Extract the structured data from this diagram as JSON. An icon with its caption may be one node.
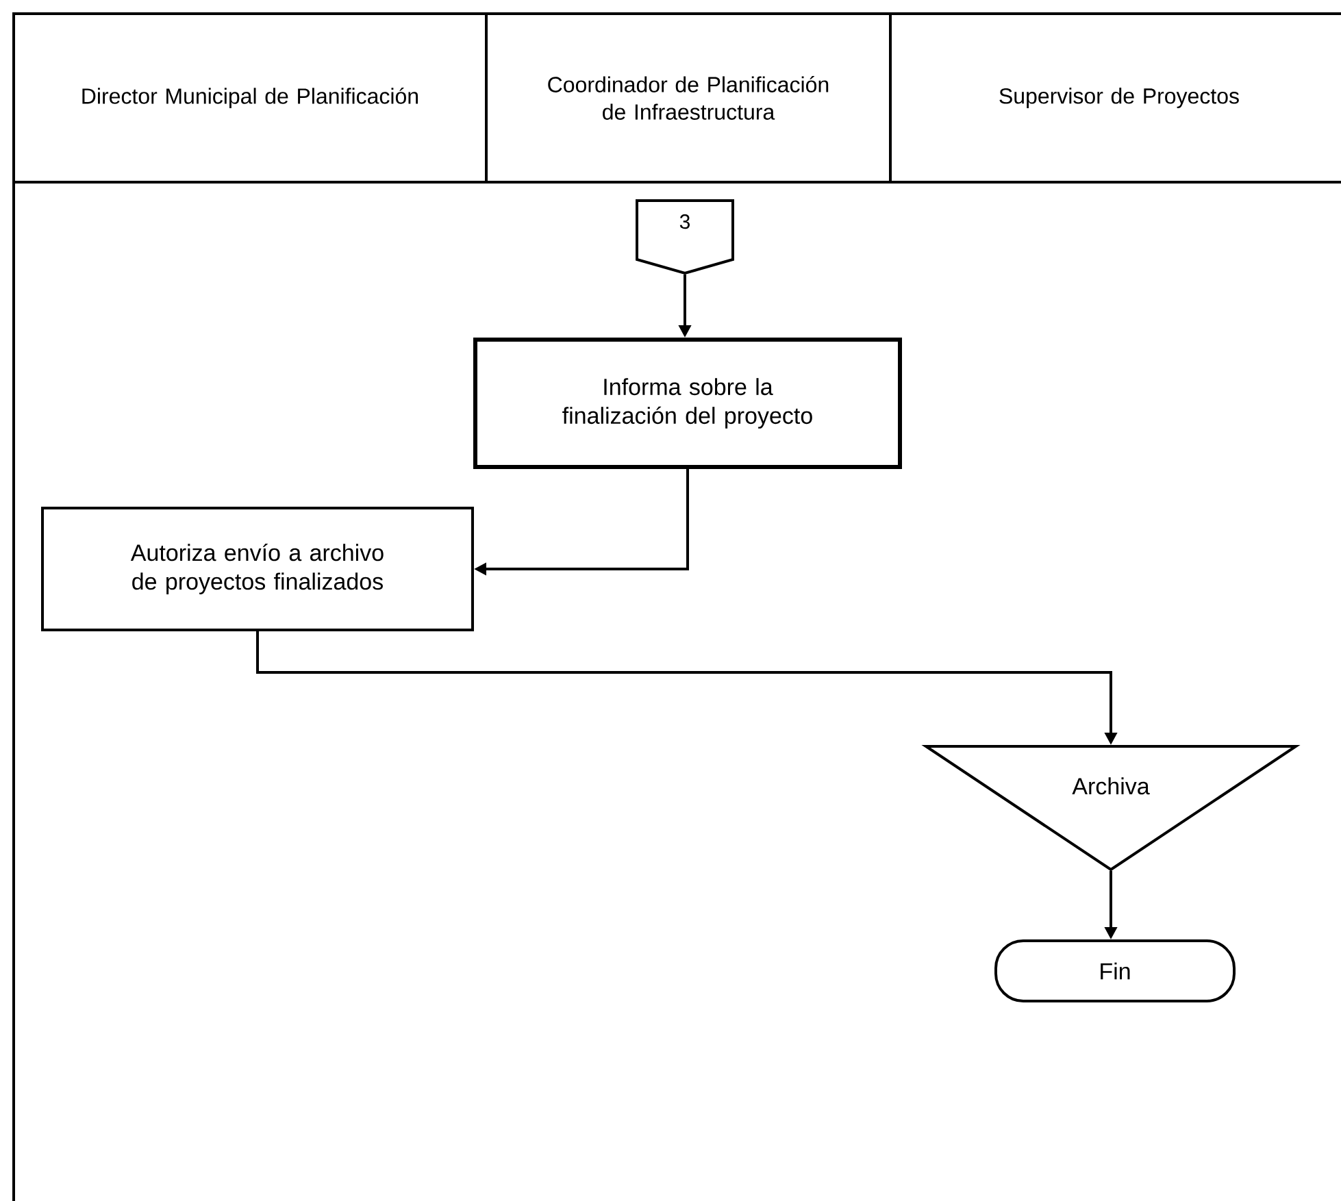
{
  "diagram": {
    "nodes": [
      {
        "text": [
          "Director Municipal de Planificación"
        ]
      },
      {
        "text": [
          "Coordinador de Planificación de Infraestructura"
        ]
      },
      {
        "text": [
          "Supervisor de Proyectos"
        ]
      },
      {
        "text": [
          "3"
        ]
      },
      {
        "text": [
          "Informa sobre la finalización del proyecto"
        ]
      },
      {
        "text": [
          "Autoriza envío a archivo de proyectos finalizados"
        ]
      },
      {
        "text": [
          "Archiva"
        ]
      },
      {
        "text": [
          "Fin"
        ]
      }
    ],
    "edges": [
      {
        "from": 3,
        "to": 4,
        "arrow": "to"
      },
      {
        "from": 4,
        "to": 5,
        "arrow": "to"
      },
      {
        "from": 5,
        "to": 6,
        "arrow": "to"
      },
      {
        "from": 6,
        "to": 7,
        "arrow": "to"
      }
    ]
  }
}
